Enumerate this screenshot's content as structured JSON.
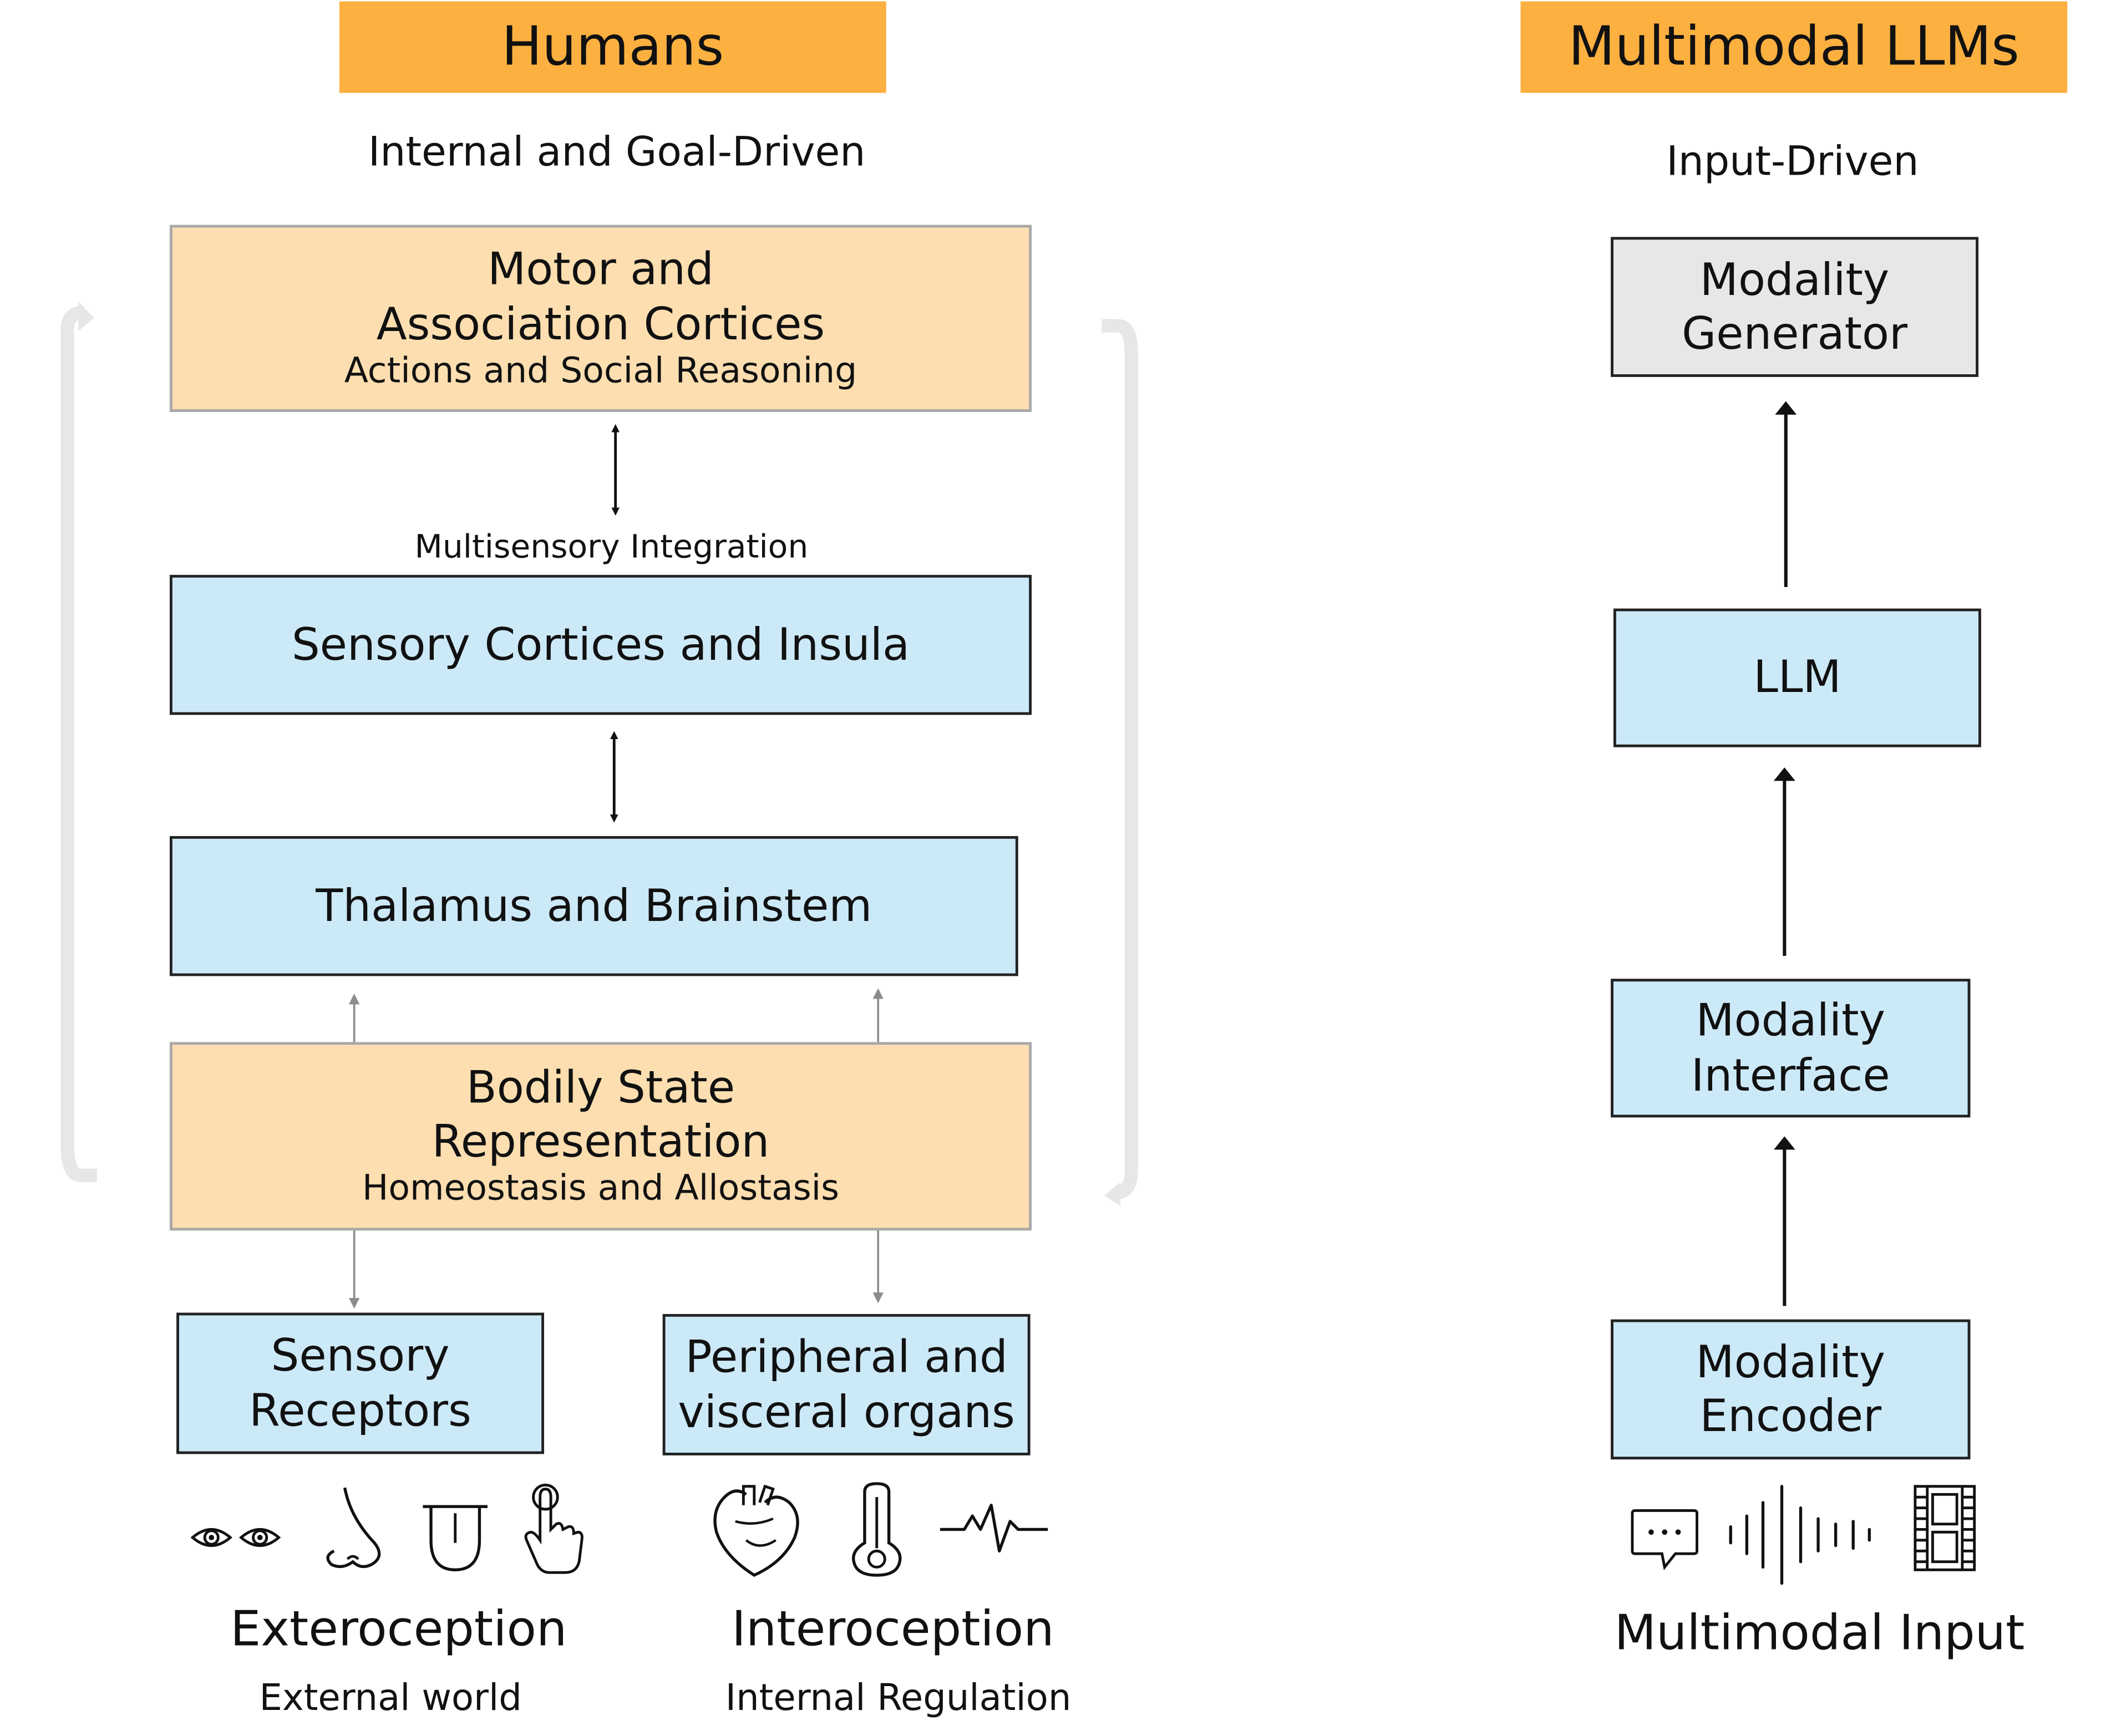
{
  "humans": {
    "header": "Humans",
    "subtitle": "Internal and Goal-Driven",
    "motor": {
      "title_line1": "Motor and",
      "title_line2": "Association Cortices",
      "subtitle": "Actions and Social Reasoning"
    },
    "multisensory_label": "Multisensory Integration",
    "sensory_cortices": "Sensory Cortices and Insula",
    "thalamus": "Thalamus and Brainstem",
    "bodily": {
      "title_line1": "Bodily State",
      "title_line2": "Representation",
      "subtitle": "Homeostasis and Allostasis"
    },
    "receptors": {
      "line1": "Sensory",
      "line2": "Receptors"
    },
    "peripheral": {
      "line1": "Peripheral and",
      "line2": "visceral organs"
    },
    "exteroception": {
      "title": "Exteroception",
      "subtitle": "External world",
      "icons": [
        "eyes-icon",
        "nose-icon",
        "tongue-icon",
        "touch-finger-icon"
      ]
    },
    "interoception": {
      "title": "Interoception",
      "subtitle": "Internal Regulation",
      "icons": [
        "heart-icon",
        "thermometer-icon",
        "heartbeat-icon"
      ]
    }
  },
  "llms": {
    "header": "Multimodal LLMs",
    "subtitle": "Input-Driven",
    "generator": {
      "line1": "Modality",
      "line2": "Generator"
    },
    "llm": "LLM",
    "interface": {
      "line1": "Modality",
      "line2": "Interface"
    },
    "encoder": {
      "line1": "Modality",
      "line2": "Encoder"
    },
    "input_label": "Multimodal Input",
    "icons": [
      "chat-bubble-icon",
      "audio-waveform-icon",
      "film-strip-icon"
    ]
  },
  "colors": {
    "header": "#fbb040",
    "blue_box": "#cce9f8",
    "orange_box": "#fcdeb0",
    "grey_box": "#e6e7e8",
    "loop_arrow": "#e6e7e8"
  }
}
